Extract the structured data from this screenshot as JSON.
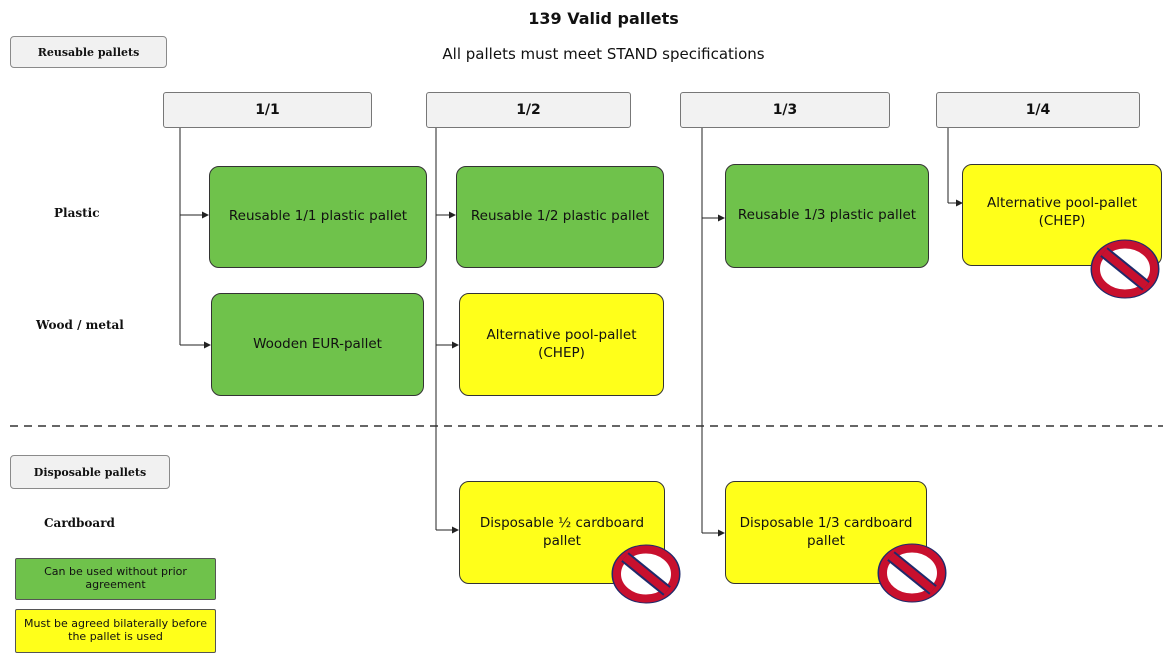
{
  "title": "139 Valid pallets",
  "subtitle": "All pallets must meet STAND specifications",
  "sections": {
    "reusable": "Reusable pallets",
    "disposable": "Disposable pallets"
  },
  "rows": {
    "plastic": "Plastic",
    "wood_metal": "Wood / metal",
    "cardboard": "Cardboard"
  },
  "columns": [
    "1/1",
    "1/2",
    "1/3",
    "1/4"
  ],
  "boxes": {
    "plastic_1_1": "Reusable 1/1 plastic pallet",
    "wooden_eur": "Wooden EUR-pallet",
    "plastic_1_2": "Reusable 1/2 plastic pallet",
    "chep_1_2": "Alternative pool-pallet (CHEP)",
    "cardboard_1_2": "Disposable ½ cardboard pallet",
    "plastic_1_3": "Reusable 1/3 plastic pallet",
    "cardboard_1_3": "Disposable 1/3 cardboard pallet",
    "chep_1_4": "Alternative pool-pallet (CHEP)"
  },
  "legend": {
    "green": "Can be used without prior agreement",
    "yellow": "Must be agreed bilaterally before the pallet is used"
  },
  "colors": {
    "green": "#6fc24b",
    "yellow": "#ffff1a",
    "prohibited_ring": "#c8102e",
    "prohibited_outline": "#1f2a6b"
  },
  "icons": {
    "prohibited": "no-entry-icon"
  }
}
